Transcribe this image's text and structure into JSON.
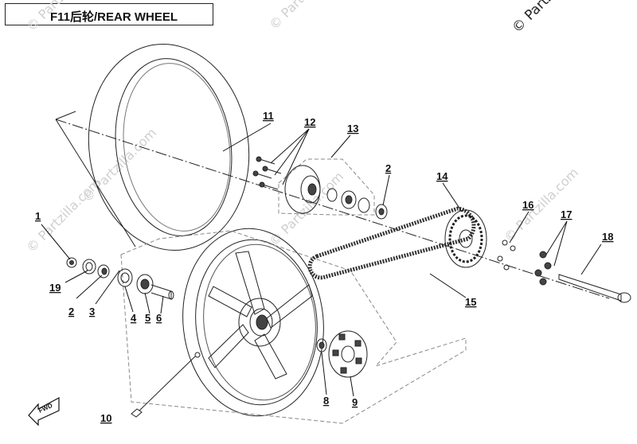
{
  "title": "F11后轮/REAR WHEEL",
  "watermarks": [
    "© Partzilla.com",
    "© Partzilla.com",
    "© Partzilla.com",
    "© Partzilla.com",
    "© Partzilla.com",
    "© Partzilla.com"
  ],
  "copyright": "© Partzilla",
  "fwd_label": "FWD",
  "callouts": [
    "1",
    "2",
    "2",
    "3",
    "4",
    "5",
    "6",
    "8",
    "9",
    "10",
    "11",
    "12",
    "13",
    "14",
    "15",
    "16",
    "17",
    "18",
    "19"
  ],
  "colors": {
    "line": "#222222",
    "watermark": "#cfcfcf"
  }
}
